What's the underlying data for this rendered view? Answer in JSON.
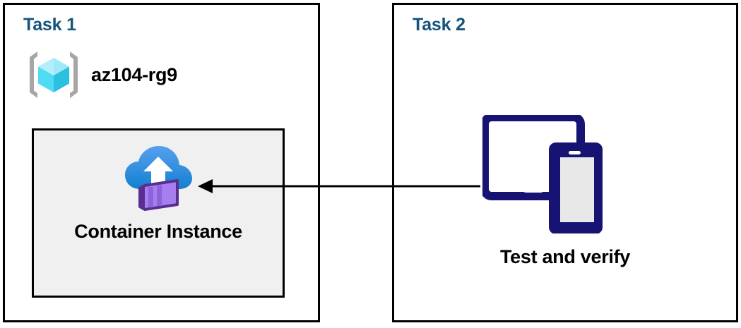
{
  "diagram": {
    "panels": [
      {
        "id": "task1",
        "title": "Task 1",
        "resource_group": {
          "icon": "azure-resource-group-icon",
          "label": "az104-rg9"
        },
        "resource": {
          "icon": "azure-container-instance-icon",
          "label": "Container Instance"
        }
      },
      {
        "id": "task2",
        "title": "Task 2",
        "resource": {
          "icon": "devices-tablet-phone-icon",
          "label": "Test and verify"
        }
      }
    ],
    "connector": {
      "name": "arrow-task2-to-container-instance",
      "direction": "right-to-left"
    },
    "colors": {
      "title_blue": "#15537d",
      "panel_border": "#000000",
      "resource_box_fill": "#f0f0f0",
      "device_navy": "#161373",
      "container_purple": "#a67ef0",
      "cloud_blue": "#2a8ee0",
      "cube_cyan": "#4fd8f5",
      "bracket_gray": "#a6a6a6"
    }
  }
}
